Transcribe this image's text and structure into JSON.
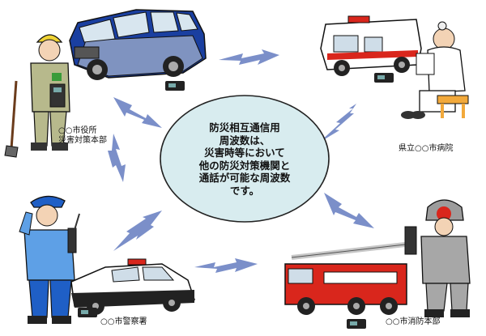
{
  "center": {
    "text": "防災相互通信用\n周波数は、\n災害時等において\n他の防災対策機関と\n通話が可能な周波数\nです。"
  },
  "nodes": {
    "city_office": "○○市役所\n災害対策本部",
    "hospital": "県立○○市病院",
    "police": "○○市警察署",
    "fire": "○○市消防本部"
  },
  "colors": {
    "ellipse_fill": "#d8ecef",
    "lightning": "#7b8fc9",
    "police_blue": "#1f5fc6",
    "fire_red": "#d9261c",
    "van_blue": "#1a3fa0"
  }
}
